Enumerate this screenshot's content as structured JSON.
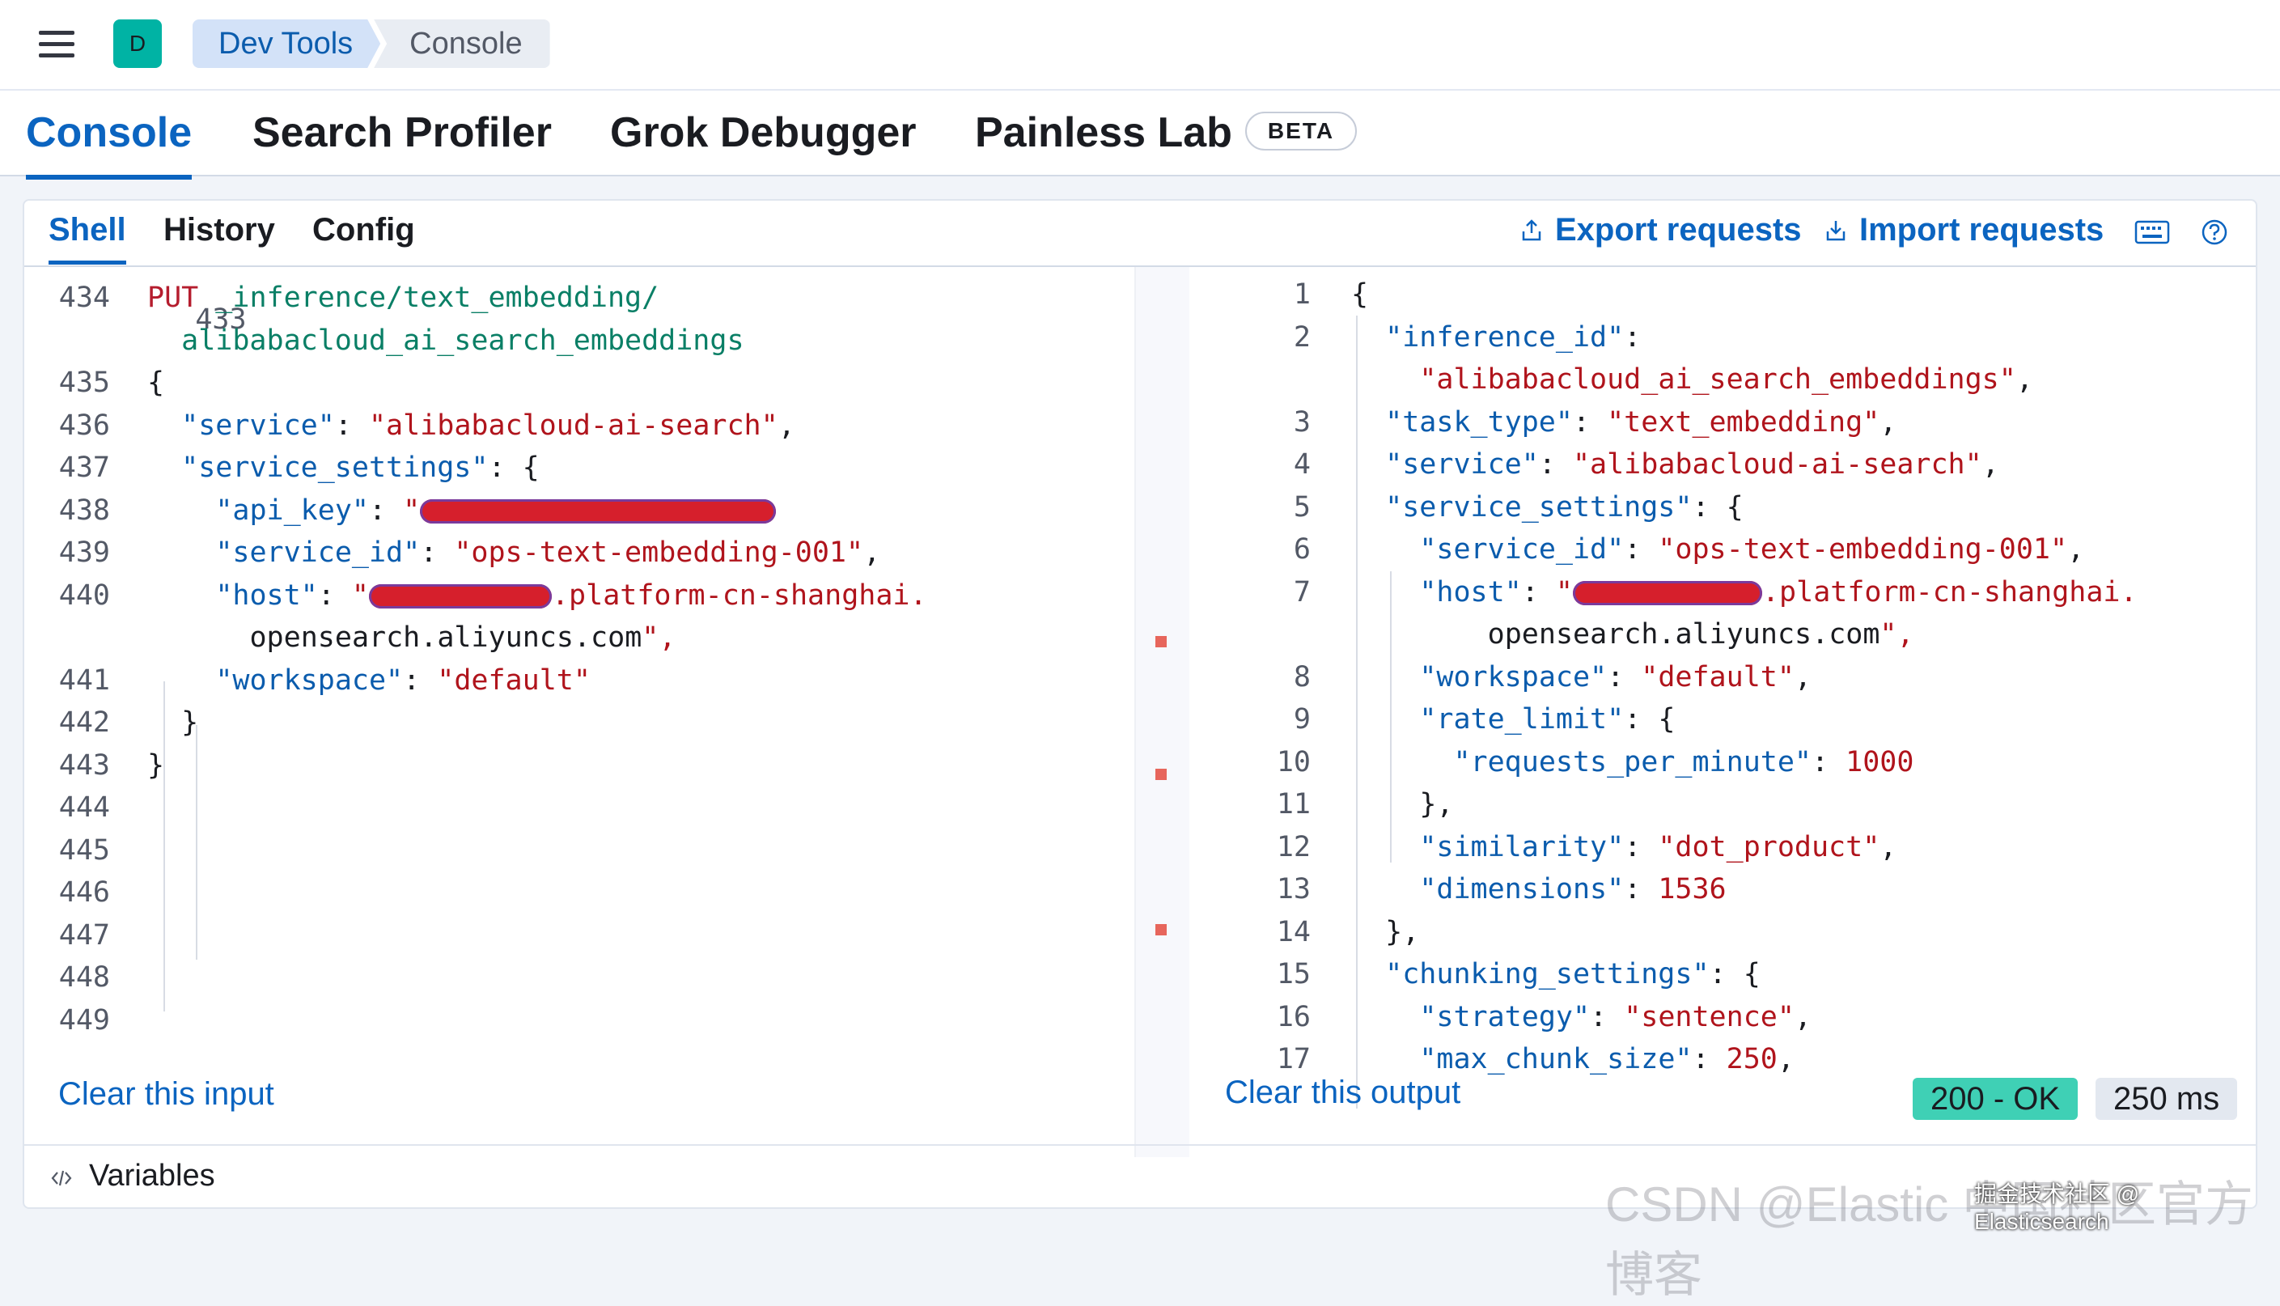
{
  "header": {
    "app_badge": "D",
    "breadcrumbs": [
      "Dev Tools",
      "Console"
    ]
  },
  "tabs": [
    {
      "label": "Console",
      "active": true
    },
    {
      "label": "Search Profiler"
    },
    {
      "label": "Grok Debugger"
    },
    {
      "label": "Painless Lab",
      "badge": "BETA"
    }
  ],
  "subtabs": [
    "Shell",
    "History",
    "Config"
  ],
  "toolbar": {
    "export_label": "Export requests",
    "import_label": "Import requests"
  },
  "input_editor": {
    "top_partial_line": "433",
    "lines": [
      {
        "n": "434",
        "text": "PUT _inference/text_embedding/"
      },
      {
        "n": "",
        "text": "  alibabacloud_ai_search_embeddings"
      },
      {
        "n": "435",
        "text": "{"
      },
      {
        "n": "436",
        "text": "  \"service\": \"alibabacloud-ai-search\","
      },
      {
        "n": "437",
        "text": "  \"service_settings\": {"
      },
      {
        "n": "438",
        "text": "    \"api_key\": \""
      },
      {
        "n": "439",
        "text": "    \"service_id\": \"ops-text-embedding-001\","
      },
      {
        "n": "440",
        "text": "    \"host\": \""
      },
      {
        "n": "",
        "text": "      opensearch.aliyuncs.com\","
      },
      {
        "n": "441",
        "text": "    \"workspace\": \"default\""
      },
      {
        "n": "442",
        "text": "  }"
      },
      {
        "n": "443",
        "text": "}"
      },
      {
        "n": "444",
        "text": ""
      },
      {
        "n": "445",
        "text": ""
      },
      {
        "n": "446",
        "text": ""
      },
      {
        "n": "447",
        "text": ""
      },
      {
        "n": "448",
        "text": ""
      },
      {
        "n": "449",
        "text": ""
      }
    ],
    "host_suffix": ".platform-cn-shanghai."
  },
  "output_editor": {
    "lines": [
      {
        "n": "1",
        "text": "{"
      },
      {
        "n": "2",
        "text": "  \"inference_id\":"
      },
      {
        "n": "",
        "text": "    \"alibabacloud_ai_search_embeddings\","
      },
      {
        "n": "3",
        "text": "  \"task_type\": \"text_embedding\","
      },
      {
        "n": "4",
        "text": "  \"service\": \"alibabacloud-ai-search\","
      },
      {
        "n": "5",
        "text": "  \"service_settings\": {"
      },
      {
        "n": "6",
        "text": "    \"service_id\": \"ops-text-embedding-001\","
      },
      {
        "n": "7",
        "text": "    \"host\": \""
      },
      {
        "n": "",
        "text": "        opensearch.aliyuncs.com\","
      },
      {
        "n": "8",
        "text": "    \"workspace\": \"default\","
      },
      {
        "n": "9",
        "text": "    \"rate_limit\": {"
      },
      {
        "n": "10",
        "text": "      \"requests_per_minute\": 1000"
      },
      {
        "n": "11",
        "text": "    },"
      },
      {
        "n": "12",
        "text": "    \"similarity\": \"dot_product\","
      },
      {
        "n": "13",
        "text": "    \"dimensions\": 1536"
      },
      {
        "n": "14",
        "text": "  },"
      },
      {
        "n": "15",
        "text": "  \"chunking_settings\": {"
      },
      {
        "n": "16",
        "text": "    \"strategy\": \"sentence\","
      },
      {
        "n": "17",
        "text": "    \"max_chunk_size\": 250,"
      }
    ],
    "host_suffix": ".platform-cn-shanghai."
  },
  "footer": {
    "clear_input": "Clear this input",
    "clear_output": "Clear this output",
    "status_code": "200 - OK",
    "duration": "250 ms"
  },
  "variables_label": "Variables",
  "watermark": "CSDN @Elastic 中国社区官方博客",
  "watermark_small": "掘金技术社区 @ Elasticsearch",
  "colors": {
    "accent": "#0b64c0",
    "string": "#b0141c",
    "status_ok": "#3fd0b5",
    "badge": "#00b3a4"
  },
  "icons": [
    "menu-icon",
    "export-icon",
    "import-icon",
    "keyboard-icon",
    "help-icon",
    "code-icon"
  ]
}
